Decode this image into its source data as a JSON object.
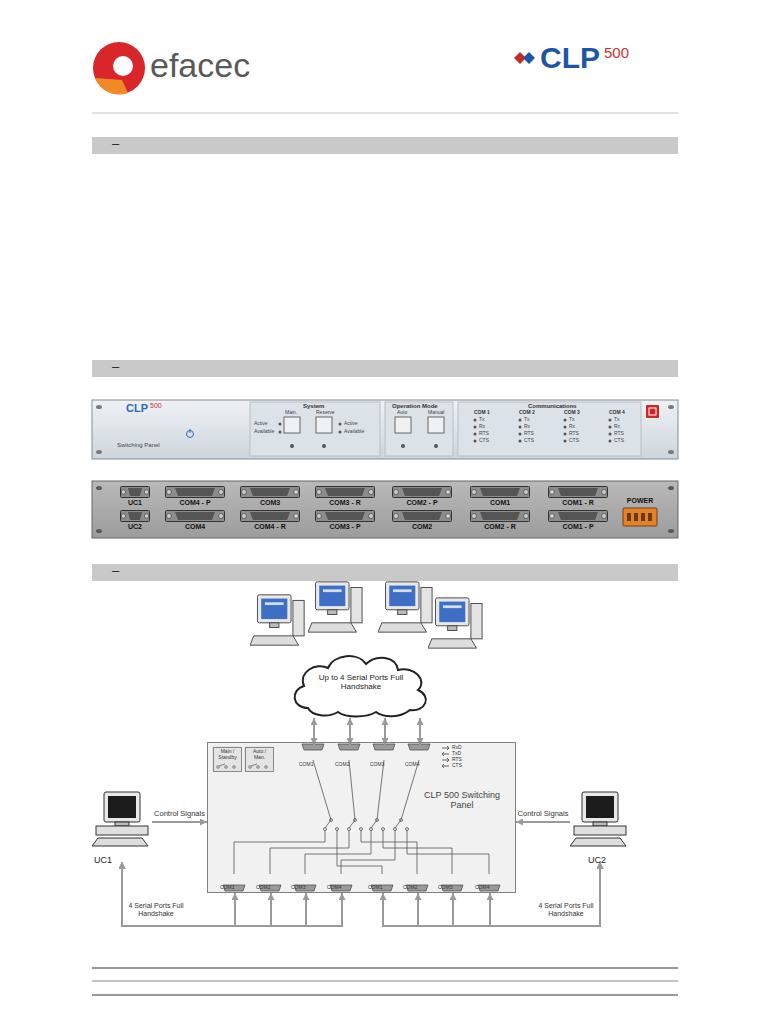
{
  "diagram": {
    "nodes": [
      {
        "text": [
          "Up to 4 Serial Ports Full Handshake"
        ]
      },
      {
        "text": [
          "CLP 500 Switching Panel"
        ]
      },
      {
        "text": [
          "Main / Standby"
        ],
        "in": 1
      },
      {
        "text": [
          "Auto / Man."
        ],
        "in": 1
      },
      {
        "text": [
          "COM1"
        ],
        "in": 1
      },
      {
        "text": [
          "COM2"
        ],
        "in": 1
      },
      {
        "text": [
          "COM3"
        ],
        "in": 1
      },
      {
        "text": [
          "COM4"
        ],
        "in": 1
      },
      {
        "text": [
          "COM1"
        ],
        "in": 1
      },
      {
        "text": [
          "COM2"
        ],
        "in": 1
      },
      {
        "text": [
          "COM3"
        ],
        "in": 1
      },
      {
        "text": [
          "COM4"
        ],
        "in": 1
      },
      {
        "text": [
          "COM1"
        ],
        "in": 1
      },
      {
        "text": [
          "COM2"
        ],
        "in": 1
      },
      {
        "text": [
          "COM3"
        ],
        "in": 1
      },
      {
        "text": [
          "COM4"
        ],
        "in": 1
      },
      {
        "text": [
          "UC1"
        ]
      },
      {
        "text": [
          "UC2"
        ]
      }
    ],
    "edges": [
      {
        "from": 0,
        "to": 4,
        "arrow": "both"
      },
      {
        "from": 0,
        "to": 5,
        "arrow": "both"
      },
      {
        "from": 0,
        "to": 6,
        "arrow": "both"
      },
      {
        "from": 0,
        "to": 7,
        "arrow": "both"
      },
      {
        "from": 16,
        "to": 1,
        "arrow": "to",
        "label": "Control Signals"
      },
      {
        "from": 17,
        "to": 1,
        "arrow": "to",
        "label": "Control Signals"
      },
      {
        "from": 16,
        "to": 8,
        "arrow": "both"
      },
      {
        "from": 16,
        "to": 9,
        "arrow": "both"
      },
      {
        "from": 16,
        "to": 10,
        "arrow": "both"
      },
      {
        "from": 16,
        "to": 11,
        "arrow": "both"
      },
      {
        "from": 17,
        "to": 12,
        "arrow": "both"
      },
      {
        "from": 17,
        "to": 13,
        "arrow": "both"
      },
      {
        "from": 17,
        "to": 14,
        "arrow": "both"
      },
      {
        "from": 17,
        "to": 15,
        "arrow": "both"
      }
    ],
    "labels": [
      "efacec",
      "CLP",
      "500",
      "–",
      "–",
      "–",
      "CLP",
      "500",
      "Switching Panel",
      "System",
      "Main.",
      "Reserve",
      "Active",
      "Available",
      "Active",
      "Available",
      "Operation Mode",
      "Auto",
      "Manual",
      "Communications",
      "COM 1",
      "COM 2",
      "COM 3",
      "COM 4",
      "Tx",
      "Rx",
      "RTS",
      "CTS",
      "Tx",
      "Rx",
      "RTS",
      "CTS",
      "Tx",
      "Rx",
      "RTS",
      "CTS",
      "Tx",
      "Rx",
      "RTS",
      "CTS",
      "UC1",
      "COM4 - P",
      "COM3",
      "COM3 - R",
      "COM2 - P",
      "COM1",
      "COM1 - R",
      "UC2",
      "COM4",
      "COM4 - R",
      "COM3 - P",
      "COM2",
      "COM2 - R",
      "COM1 - P",
      "POWER",
      "RxD",
      "TxD",
      "RTS",
      "CTS",
      "4 Serial Ports Full Handshake",
      "4 Serial Ports Full Handshake"
    ]
  }
}
